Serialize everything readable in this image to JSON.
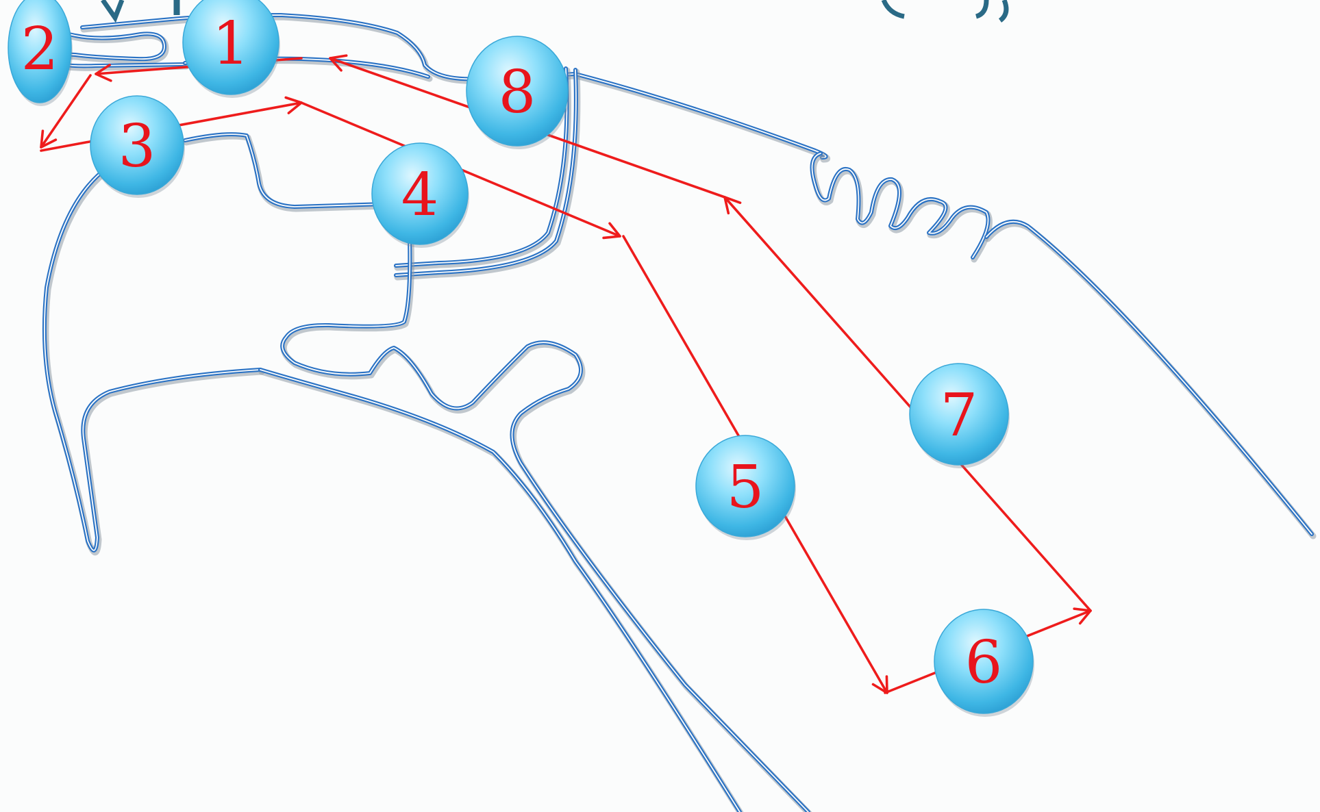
{
  "colors": {
    "channel": "#2a72c4",
    "flow_arrow": "#ee1c1c",
    "step_number": "#e8141c",
    "bubble": "#5fcdf0",
    "title": "#2a6a86"
  },
  "steps": [
    {
      "number": "1"
    },
    {
      "number": "2"
    },
    {
      "number": "3"
    },
    {
      "number": "4"
    },
    {
      "number": "5"
    },
    {
      "number": "6"
    },
    {
      "number": "7"
    },
    {
      "number": "8"
    }
  ]
}
